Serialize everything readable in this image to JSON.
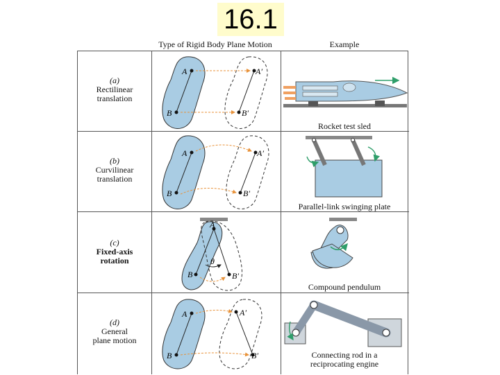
{
  "slide": {
    "title": "16.1"
  },
  "table": {
    "header_type": "Type of Rigid Body Plane Motion",
    "header_example": "Example",
    "rows": [
      {
        "letter": "(a)",
        "name_line1": "Rectilinear",
        "name_line2": "translation",
        "caption_line1": "Rocket test sled",
        "caption_line2": ""
      },
      {
        "letter": "(b)",
        "name_line1": "Curvilinear",
        "name_line2": "translation",
        "caption_line1": "Parallel-link swinging plate",
        "caption_line2": ""
      },
      {
        "letter": "(c)",
        "name_line1": "Fixed-axis",
        "name_line2": "rotation",
        "caption_line1": "Compound pendulum",
        "caption_line2": ""
      },
      {
        "letter": "(d)",
        "name_line1": "General",
        "name_line2": "plane motion",
        "caption_line1": "Connecting rod in a",
        "caption_line2": "reciprocating engine"
      }
    ]
  },
  "labels": {
    "A": "A",
    "B": "B",
    "A_prime": "A′",
    "B_prime": "B′",
    "theta": "θ"
  },
  "colors": {
    "body_fill": "#a9cce3",
    "arrow": "#e8923a",
    "motion_green": "#2f9e6a",
    "title_bg": "#fffccc"
  },
  "icons": [
    "rotation-arrow-icon",
    "motion-arrow-icon",
    "pin-joint-icon"
  ]
}
